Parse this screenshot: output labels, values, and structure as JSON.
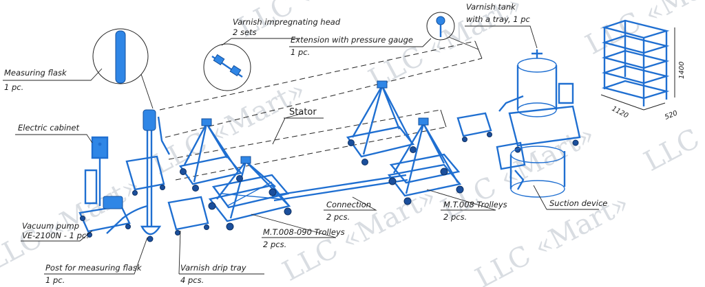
{
  "watermark": "LLC «Mart»",
  "labels": {
    "measuring_flask": "Measuring flask",
    "measuring_flask_qty": "1 pc.",
    "varnish_head": "Varnish impregnating head",
    "varnish_head_qty": "2 sets",
    "extension": "Extension with pressure gauge",
    "extension_qty": "1 pc.",
    "varnish_tank": "Varnish tank",
    "varnish_tank_qty": "with a tray, 1 pc",
    "stator": "Stator",
    "electric_cabinet": "Electric cabinet",
    "vacuum_pump": "Vacuum pump",
    "vacuum_pump_qty": "VE-2100N - 1 pc.",
    "post": "Post for measuring flask",
    "post_qty": "1 pc.",
    "drip_tray": "Varnish drip tray",
    "drip_tray_qty": "4 pcs.",
    "trolleys_090": "M.T.008-090 Trolleys",
    "trolleys_090_qty": "2 pcs.",
    "connection": "Connection",
    "connection_qty": "2 pcs.",
    "trolleys_008": "M.T.008 Trolleys",
    "trolleys_008_qty": "2 pcs.",
    "suction": "Suction device"
  },
  "dimensions": {
    "width": "1120",
    "depth": "520",
    "height": "1400"
  },
  "colors": {
    "equipment": "#1f6fd1",
    "equipment_fill": "#2f86e6",
    "wheels": "#1b4f9c",
    "lines": "#222222",
    "watermark": "#d9dde2"
  }
}
